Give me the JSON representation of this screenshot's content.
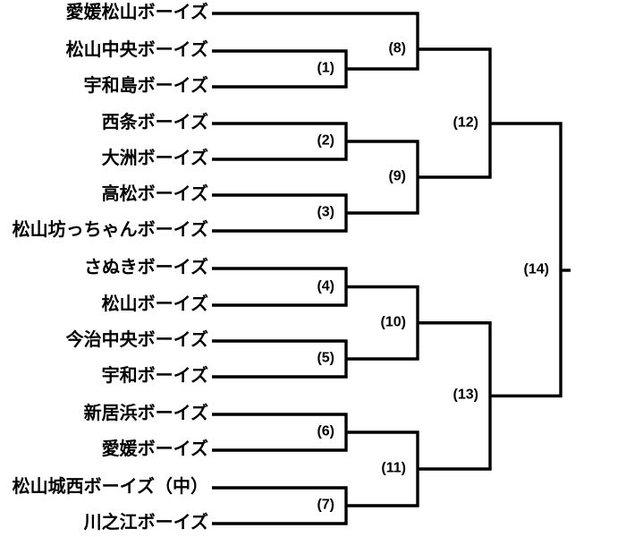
{
  "page": {
    "background": "#ffffff",
    "line_color": "#000000",
    "text_color": "#000000"
  },
  "bracket": {
    "teams": [
      {
        "name": "愛媛松山ボーイズ"
      },
      {
        "name": "松山中央ボーイズ"
      },
      {
        "name": "宇和島ボーイズ"
      },
      {
        "name": "西条ボーイズ"
      },
      {
        "name": "大洲ボーイズ"
      },
      {
        "name": "高松ボーイズ"
      },
      {
        "name": "松山坊っちゃんボーイズ"
      },
      {
        "name": "さぬきボーイズ"
      },
      {
        "name": "松山ボーイズ"
      },
      {
        "name": "今治中央ボーイズ"
      },
      {
        "name": "宇和ボーイズ"
      },
      {
        "name": "新居浜ボーイズ"
      },
      {
        "name": "愛媛ボーイズ"
      },
      {
        "name": "松山城西ボーイズ（中）"
      },
      {
        "name": "川之江ボーイズ"
      }
    ],
    "matches": [
      {
        "label": "(1)",
        "round": 1,
        "top": {
          "type": "team",
          "index": 1
        },
        "bottom": {
          "type": "team",
          "index": 2
        }
      },
      {
        "label": "(2)",
        "round": 1,
        "top": {
          "type": "team",
          "index": 3
        },
        "bottom": {
          "type": "team",
          "index": 4
        }
      },
      {
        "label": "(3)",
        "round": 1,
        "top": {
          "type": "team",
          "index": 5
        },
        "bottom": {
          "type": "team",
          "index": 6
        }
      },
      {
        "label": "(4)",
        "round": 1,
        "top": {
          "type": "team",
          "index": 7
        },
        "bottom": {
          "type": "team",
          "index": 8
        }
      },
      {
        "label": "(5)",
        "round": 1,
        "top": {
          "type": "team",
          "index": 9
        },
        "bottom": {
          "type": "team",
          "index": 10
        }
      },
      {
        "label": "(6)",
        "round": 1,
        "top": {
          "type": "team",
          "index": 11
        },
        "bottom": {
          "type": "team",
          "index": 12
        }
      },
      {
        "label": "(7)",
        "round": 1,
        "top": {
          "type": "team",
          "index": 13
        },
        "bottom": {
          "type": "team",
          "index": 14
        }
      },
      {
        "label": "(8)",
        "round": 2,
        "top": {
          "type": "team",
          "index": 0
        },
        "bottom": {
          "type": "match",
          "index": 0
        }
      },
      {
        "label": "(9)",
        "round": 2,
        "top": {
          "type": "match",
          "index": 1
        },
        "bottom": {
          "type": "match",
          "index": 2
        }
      },
      {
        "label": "(10)",
        "round": 2,
        "top": {
          "type": "match",
          "index": 3
        },
        "bottom": {
          "type": "match",
          "index": 4
        }
      },
      {
        "label": "(11)",
        "round": 2,
        "top": {
          "type": "match",
          "index": 5
        },
        "bottom": {
          "type": "match",
          "index": 6
        }
      },
      {
        "label": "(12)",
        "round": 3,
        "top": {
          "type": "match",
          "index": 7
        },
        "bottom": {
          "type": "match",
          "index": 8
        }
      },
      {
        "label": "(13)",
        "round": 3,
        "top": {
          "type": "match",
          "index": 9
        },
        "bottom": {
          "type": "match",
          "index": 10
        }
      },
      {
        "label": "(14)",
        "round": 4,
        "top": {
          "type": "match",
          "index": 11
        },
        "bottom": {
          "type": "match",
          "index": 12
        }
      }
    ]
  }
}
